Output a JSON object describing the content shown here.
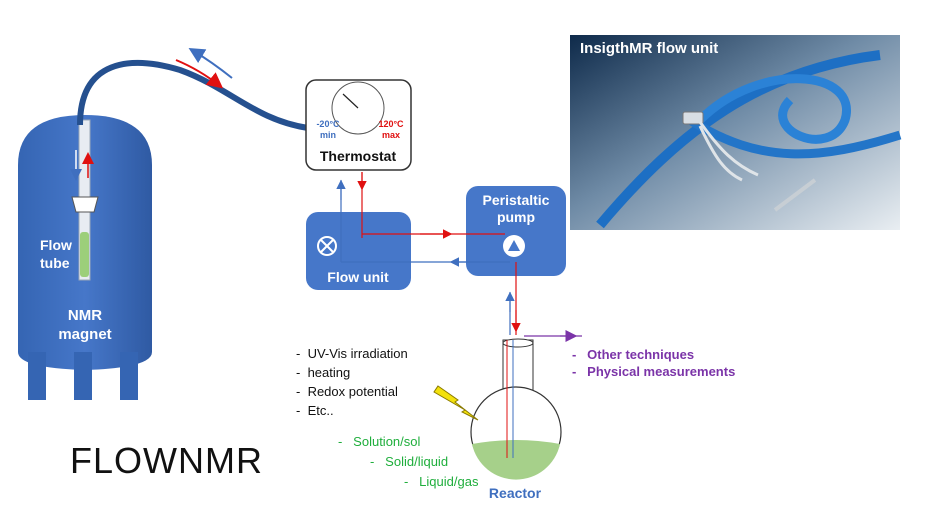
{
  "title": "FLOWNMR",
  "photo": {
    "title": "InsigthMR flow unit"
  },
  "magnet": {
    "label_line1": "NMR",
    "label_line2": "magnet",
    "flow_tube_line1": "Flow",
    "flow_tube_line2": "tube"
  },
  "thermostat": {
    "label": "Thermostat",
    "min_temp": "-20°C",
    "min_word": "min",
    "max_temp": "120°C",
    "max_word": "max"
  },
  "flow_unit": {
    "label": "Flow unit"
  },
  "pump": {
    "label_line1": "Peristaltic",
    "label_line2": "pump"
  },
  "reactor": {
    "label": "Reactor"
  },
  "conditions": [
    "UV-Vis irradiation",
    "heating",
    "Redox potential",
    "Etc.."
  ],
  "phases": [
    "Solution/sol",
    "Solid/liquid",
    "Liquid/gas"
  ],
  "outputs": [
    "Other techniques",
    "Physical measurements"
  ],
  "colors": {
    "blue": "#3f6fbf",
    "dark_blue": "#25508f",
    "red": "#e01010",
    "green": "#1fae3c",
    "purple": "#7b34a8",
    "liquid": "#a6d08a"
  }
}
